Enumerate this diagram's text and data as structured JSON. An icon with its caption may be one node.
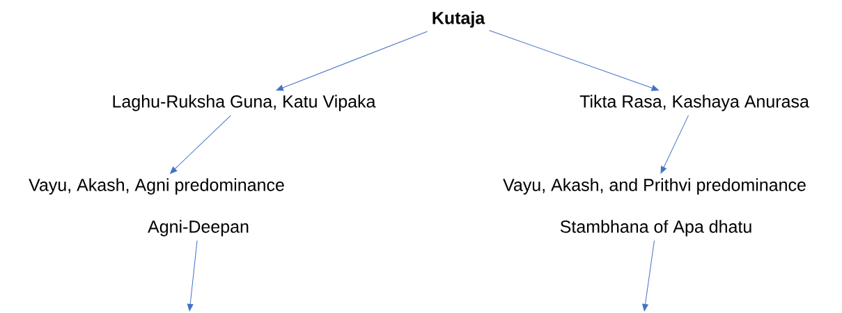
{
  "diagram": {
    "nodes": [
      {
        "text": [
          "Kutaja"
        ]
      },
      {
        "text": [
          "Laghu-Ruksha Guna, Katu Vipaka"
        ]
      },
      {
        "text": [
          "Tikta Rasa, Kashaya Anurasa"
        ]
      },
      {
        "text": [
          "Vayu, Akash, Agni predominance"
        ]
      },
      {
        "text": [
          "Agni-Deepan"
        ]
      },
      {
        "text": [
          "Vayu, Akash, and Prithvi predominance"
        ]
      },
      {
        "text": [
          "Stambhana of Apa dhatu"
        ]
      }
    ],
    "edges": [
      {
        "from": 0,
        "to": 1,
        "arrow": "to"
      },
      {
        "from": 0,
        "to": 2,
        "arrow": "to"
      },
      {
        "from": 1,
        "to": 3,
        "arrow": "to"
      },
      {
        "from": 2,
        "to": 5,
        "arrow": "to"
      },
      {
        "from": 4,
        "to": null,
        "arrow": "to"
      },
      {
        "from": 6,
        "to": null,
        "arrow": "to"
      }
    ]
  }
}
